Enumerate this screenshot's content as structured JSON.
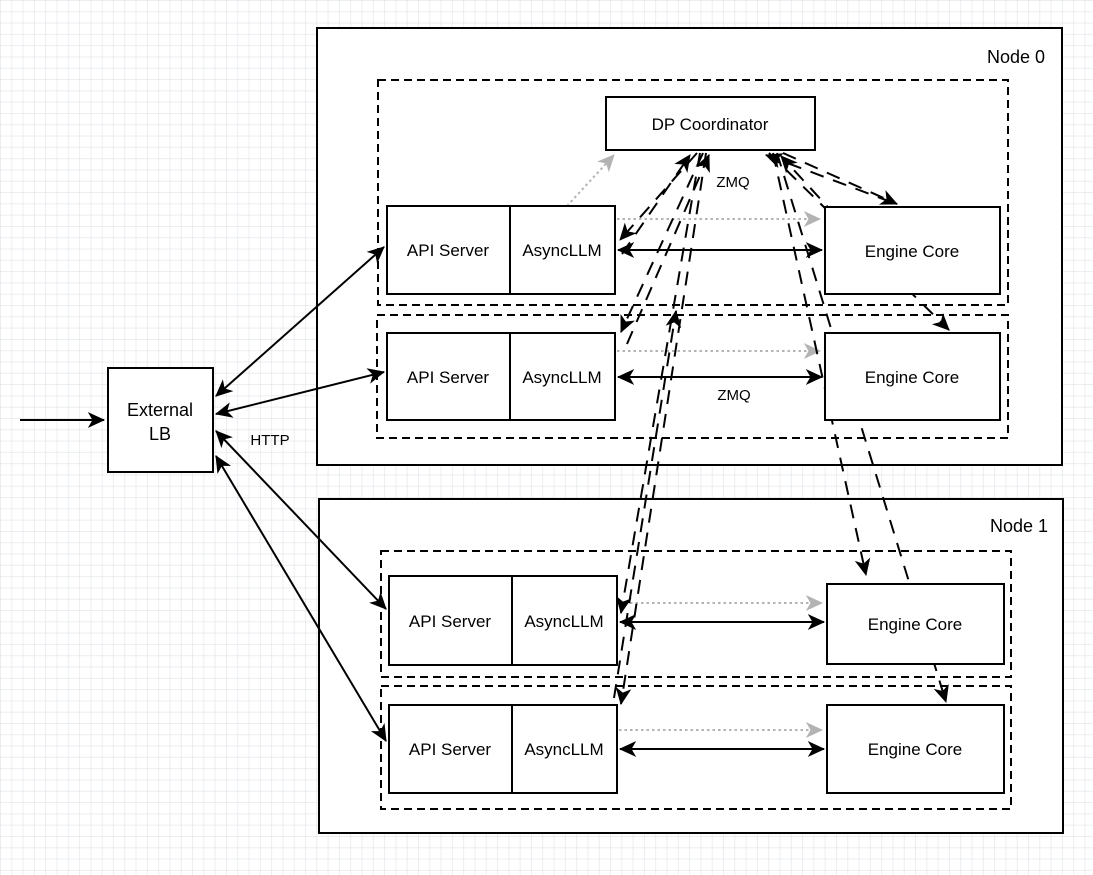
{
  "diagram": {
    "node0_label": "Node 0",
    "node1_label": "Node 1",
    "dp_coordinator_label": "DP Coordinator",
    "external_lb_line1": "External",
    "external_lb_line2": "LB",
    "http_label": "HTTP",
    "zmq_label_top": "ZMQ",
    "zmq_label_bottom": "ZMQ",
    "api_server_labels": [
      "API Server",
      "API Server",
      "API Server",
      "API Server"
    ],
    "async_llm_labels": [
      "AsyncLLM",
      "AsyncLLM",
      "AsyncLLM",
      "AsyncLLM"
    ],
    "engine_core_labels": [
      "Engine Core",
      "Engine Core",
      "Engine Core",
      "Engine Core"
    ],
    "colors": {
      "stroke": "#000000",
      "dotted_gray": "#b3b3b3",
      "shape_fill": "#ffffff"
    }
  }
}
